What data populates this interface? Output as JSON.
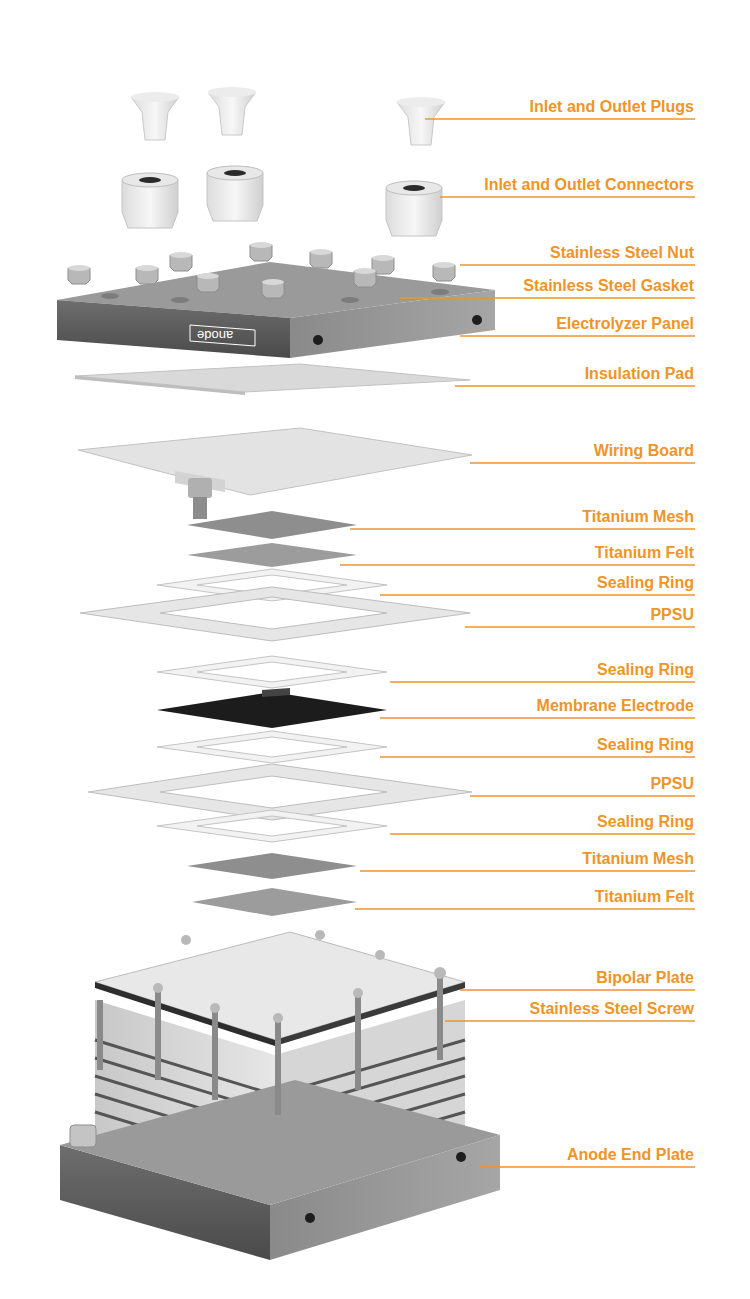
{
  "diagram": {
    "labels": [
      "Inlet and Outlet Plugs",
      "Inlet and Outlet Connectors",
      "Stainless Steel Nut",
      "Stainless Steel Gasket",
      "Electrolyzer Panel",
      "Insulation Pad",
      "Wiring Board",
      "Titanium Mesh",
      "Titanium Felt",
      "Sealing Ring",
      "PPSU",
      "Sealing Ring",
      "Membrane Electrode",
      "Sealing Ring",
      "PPSU",
      "Sealing Ring",
      "Titanium Mesh",
      "Titanium Felt",
      "Bipolar Plate",
      "Stainless Steel Screw",
      "Anode End Plate",
      "anode"
    ]
  }
}
